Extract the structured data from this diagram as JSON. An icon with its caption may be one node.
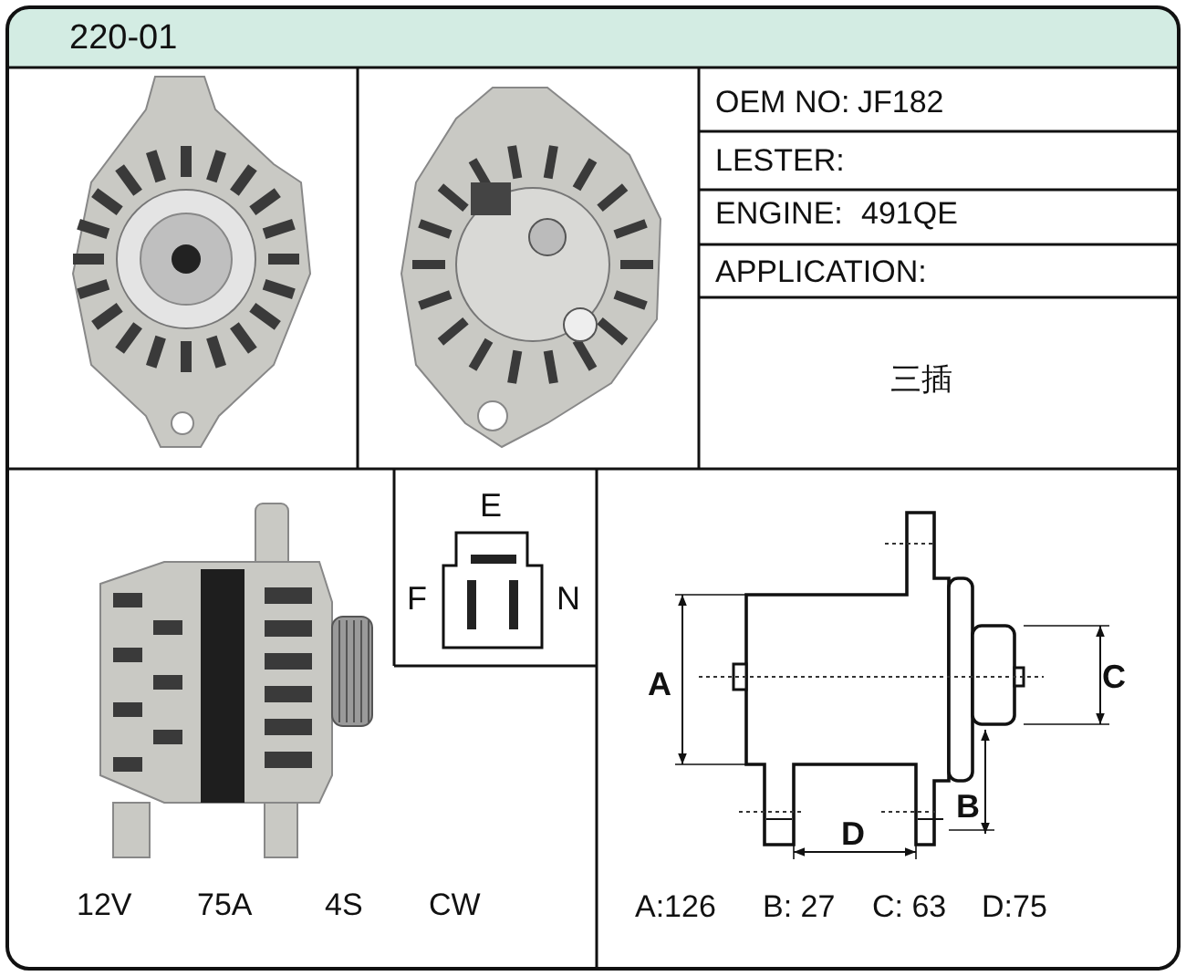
{
  "diagram": {
    "title": "220-01",
    "labels": [
      "OEM NO:",
      "JF182",
      "LESTER:",
      "ENGINE:",
      "491QE",
      "APPLICATION:",
      "三插",
      "E",
      "F",
      "N",
      "A",
      "C",
      "B",
      "D",
      "12V",
      "75A",
      "4S",
      "CW",
      "A:126",
      "B: 27",
      "C: 63",
      "D:75"
    ]
  }
}
